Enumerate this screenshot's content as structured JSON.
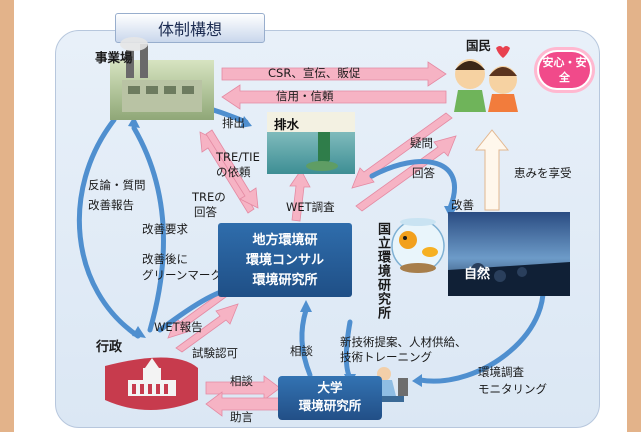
{
  "title": "体制構想",
  "nodes": {
    "business": "事業場",
    "citizens": "国民",
    "reassurance": "安心・安全",
    "wastewater": "排水",
    "nature": "自然",
    "government": "行政",
    "center": [
      "地方環境研",
      "環境コンサル",
      "環境研究所"
    ],
    "national": "国立環境研究所",
    "university": [
      "大学",
      "環境研究所"
    ]
  },
  "labels": {
    "csr": "CSR、宣伝、販促",
    "trust": "信用・信頼",
    "discharge": "排出",
    "doubt": "疑問",
    "answer": "回答",
    "benefit": "恵みを享受",
    "improvement": "改善",
    "tre_request_1": "TRE/TIE",
    "tre_request_2": "の依頼",
    "tre_answer_1": "TREの",
    "tre_answer_2": "回答",
    "objection": "反論・質問",
    "improvement_report": "改善報告",
    "improvement_demand": "改善要求",
    "green_mark_1": "改善後に",
    "green_mark_2": "グリーンマーク",
    "wet_survey": "WET調査",
    "wet_report": "WET報告",
    "test_approval": "試験認可",
    "consult_small": "相談",
    "tech_1": "新技術提案、人材供給、",
    "tech_2": "技術トレーニング",
    "env_survey_1": "環境調査",
    "env_survey_2": "モニタリング",
    "consult": "相談",
    "advice": "助言"
  },
  "colors": {
    "background": "#e3b38a",
    "panel": "#dbe7f4",
    "arrow_pink": "#f6b3c4",
    "arrow_blue": "#4f8fcf",
    "center_box": "#2f6dac",
    "title_text": "#1c2c52"
  }
}
